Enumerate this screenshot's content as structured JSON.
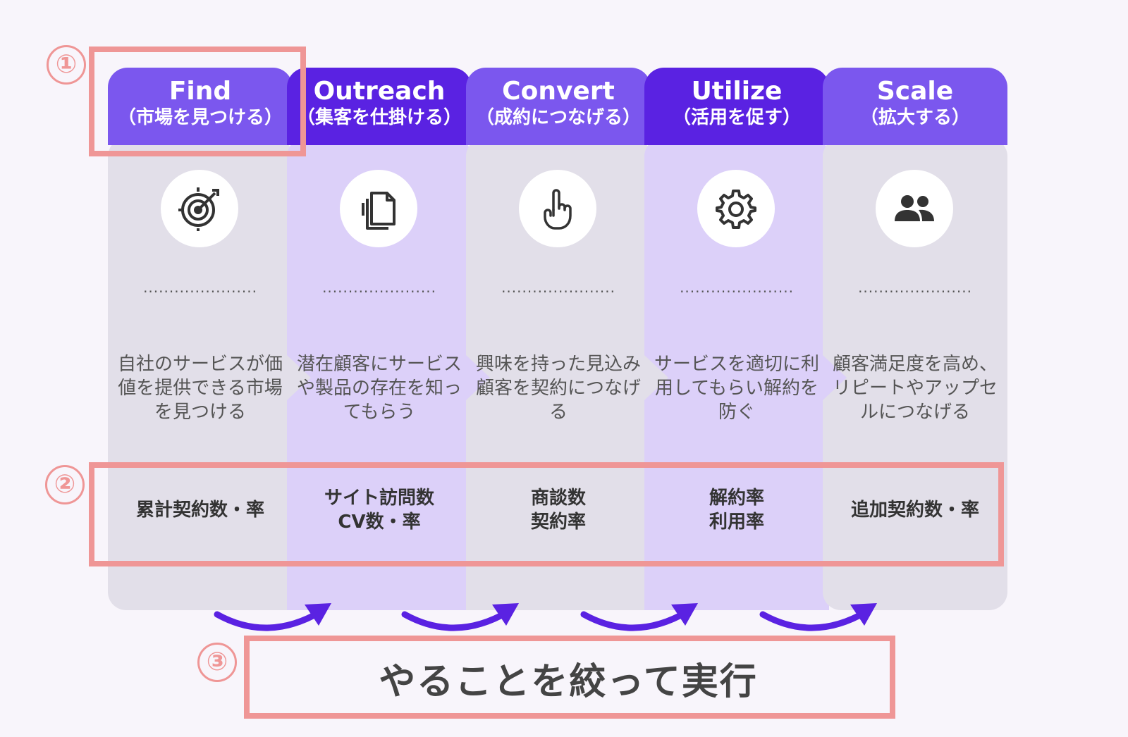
{
  "stages": [
    {
      "title": "Find",
      "subtitle": "（市場を見つける）",
      "icon": "target-icon",
      "description": "自社のサービスが価値を提供できる市場を見つける",
      "metric": "累計契約数・率"
    },
    {
      "title": "Outreach",
      "subtitle": "（集客を仕掛ける）",
      "icon": "copy-documents-icon",
      "description": "潜在顧客にサービスや製品の存在を知ってもらう",
      "metric": "サイト訪問数\nCV数・率"
    },
    {
      "title": "Convert",
      "subtitle": "（成約につなげる）",
      "icon": "pointing-hand-icon",
      "description": "興味を持った見込み顧客を契約につなげる",
      "metric": "商談数\n契約率"
    },
    {
      "title": "Utilize",
      "subtitle": "（活用を促す）",
      "icon": "gear-icon",
      "description": "サービスを適切に利用してもらい解約を防ぐ",
      "metric": "解約率\n利用率"
    },
    {
      "title": "Scale",
      "subtitle": "（拡大する）",
      "icon": "users-icon",
      "description": "顧客満足度を高め、リピートやアップセルにつなげる",
      "metric": "追加契約数・率"
    }
  ],
  "dots": "......................",
  "callouts": [
    "①",
    "②",
    "③"
  ],
  "action_text": "やることを絞って実行",
  "colors": {
    "header_light": "#7b57ee",
    "header_dark": "#5a22e2",
    "body_grey": "#e2dfe9",
    "body_lilac": "#dcd0f9",
    "highlight": "#ef9696",
    "arrow": "#5a22e2"
  }
}
